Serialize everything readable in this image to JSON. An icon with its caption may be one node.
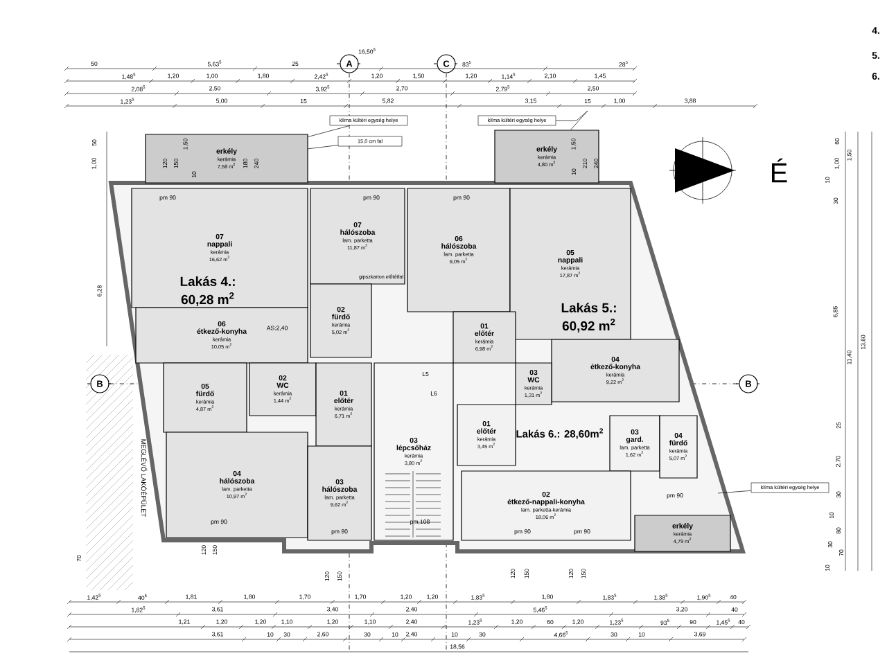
{
  "diagram": {
    "nodes": [
      {
        "text": [
          "erkély",
          "kerámia",
          "7,58 m$^{2}$"
        ]
      },
      {
        "text": [
          "07",
          "nappali",
          "kerámia",
          "16,62 m$^{2}$"
        ]
      },
      {
        "text": [
          "07",
          "hálószoba",
          "lam. parketta",
          "11,87 m$^{2}$"
        ]
      },
      {
        "text": [
          "06",
          "étkező-konyha",
          "kerámia",
          "10,05 m$^{2}$"
        ]
      },
      {
        "text": [
          "02",
          "fürdő",
          "kerámia",
          "5,02 m$^{2}$"
        ]
      },
      {
        "text": [
          "05",
          "fürdő",
          "kerámia",
          "4,87 m$^{2}$"
        ]
      },
      {
        "text": [
          "02",
          "WC",
          "kerámia",
          "1,44 m$^{2}$"
        ]
      },
      {
        "text": [
          "01",
          "előtér",
          "kerámia",
          "6,71 m$^{2}$"
        ]
      },
      {
        "text": [
          "04",
          "hálószoba",
          "lam. parketta",
          "10,97 m$^{2}$"
        ]
      },
      {
        "text": [
          "03",
          "hálószoba",
          "lam. parketta",
          "9,62 m$^{2}$"
        ]
      },
      {
        "text": [
          "06",
          "hálószoba",
          "lam. parketta",
          "9,05 m$^{2}$"
        ]
      },
      {
        "text": [
          "erkély",
          "kerámia",
          "4,80 m$^{2}$"
        ]
      },
      {
        "text": [
          "05",
          "nappali",
          "kerámia",
          "17,87 m$^{2}$"
        ]
      },
      {
        "text": [
          "01",
          "előtér",
          "kerámia",
          "6,98 m$^{2}$"
        ]
      },
      {
        "text": [
          "04",
          "étkező-konyha",
          "kerámia",
          "9,22 m$^{2}$"
        ]
      },
      {
        "text": [
          "03",
          "WC",
          "kerámia",
          "1,31 m$^{2}$"
        ]
      },
      {
        "text": [
          "03",
          "lépcsőház",
          "kerámia",
          "3,80 m$^{2}$"
        ]
      },
      {
        "text": [
          "01",
          "előtér",
          "kerámia",
          "3,45 m$^{2}$"
        ]
      },
      {
        "text": [
          "03",
          "gard.",
          "lam. parketta",
          "1,62 m$^{2}$"
        ]
      },
      {
        "text": [
          "04",
          "fürdő",
          "kerámia",
          "5,07 m$^{2}$"
        ]
      },
      {
        "text": [
          "02",
          "étkező-nappali-konyha",
          "lam. parketta-kerámia",
          "18,06 m$^{2}$"
        ]
      },
      {
        "text": [
          "erkély",
          "kerámia",
          "4,79 m$^{2}$"
        ]
      },
      {
        "text": [
          "klíma kültéri egység helye"
        ]
      },
      {
        "text": [
          "15,0 cm fal"
        ]
      },
      {
        "text": [
          "klíma kültéri egység helye"
        ]
      },
      {
        "text": [
          "klíma kültéri egység helye"
        ]
      }
    ],
    "edges": [
      {
        "from": 22,
        "to": 0,
        "arrow": "none"
      },
      {
        "from": 23,
        "to": 0,
        "arrow": "none"
      },
      {
        "from": 24,
        "to": 11,
        "arrow": "none"
      },
      {
        "from": 25,
        "to": null,
        "arrow": "none"
      }
    ],
    "labels": [
      "Lakás 4.:",
      "60,28 m$^{2}$",
      "Lakás 5.:",
      "60,92 m$^{2}$",
      "Lakás 6.: 28,60m$^{2}$",
      "AS:2,40",
      "gipszkarton előtétfal",
      "MEGLÉVŐ LAKÓÉPÜLET",
      "A",
      "C",
      "B",
      "B",
      "L5",
      "L6",
      "É",
      "4.",
      "5.",
      "6.",
      "pm 90",
      "pm 90",
      "pm 90",
      "pm 90",
      "pm 90",
      "pm,108",
      "pm 90",
      "pm 90",
      "pm 90",
      "50",
      "5,63$^{5}$",
      "25",
      "16,50$^{5}$",
      "83$^{5}$",
      "28$^{5}$",
      "1,48$^{5}$",
      "1,20",
      "1,00",
      "1,80",
      "2,42$^{5}$",
      "1,20",
      "1,50",
      "1,20",
      "1,14$^{5}$",
      "2,10",
      "1,45",
      "2,08$^{5}$",
      "2,50",
      "3,92$^{5}$",
      "2,70",
      "2,79$^{5}$",
      "2,50",
      "1,23$^{5}$",
      "5,00",
      "15",
      "5,82",
      "3,15",
      "15",
      "1,00",
      "3,88",
      "1,42$^{5}$",
      "40$^{5}$",
      "1,81",
      "1,80",
      "1,70",
      "1,70",
      "1,20",
      "1,20",
      "1,83$^{5}$",
      "1,80",
      "1,83$^{5}$",
      "1,38$^{5}$",
      "1,90$^{5}$",
      "40",
      "1,82$^{5}$",
      "3,61",
      "3,40",
      "2,40",
      "5,46$^{5}$",
      "3,20",
      "40",
      "1,21",
      "1,20",
      "1,20",
      "1,10",
      "1,20",
      "1,10",
      "2,40",
      "1,23$^{5}$",
      "1,20",
      "60",
      "1,20",
      "1,23$^{5}$",
      "93$^{5}$",
      "90",
      "1,45$^{5}$",
      "40",
      "3,61",
      "10",
      "30",
      "2,60",
      "30",
      "10",
      "2,40",
      "10",
      "30",
      "4,66$^{5}$",
      "30",
      "10",
      "3,69",
      "18,56",
      "60",
      "1,00",
      "1,50",
      "10",
      "30",
      "6,85",
      "11,40",
      "13,60",
      "25",
      "2,70",
      "30",
      "10",
      "80",
      "30",
      "70",
      "10",
      "6,28",
      "1,00",
      "50",
      "70",
      "120",
      "150",
      "1,50",
      "10",
      "180",
      "240",
      "1,50",
      "10",
      "210",
      "240",
      "120",
      "150",
      "120",
      "150",
      "120",
      "150",
      "120",
      "150"
    ]
  }
}
